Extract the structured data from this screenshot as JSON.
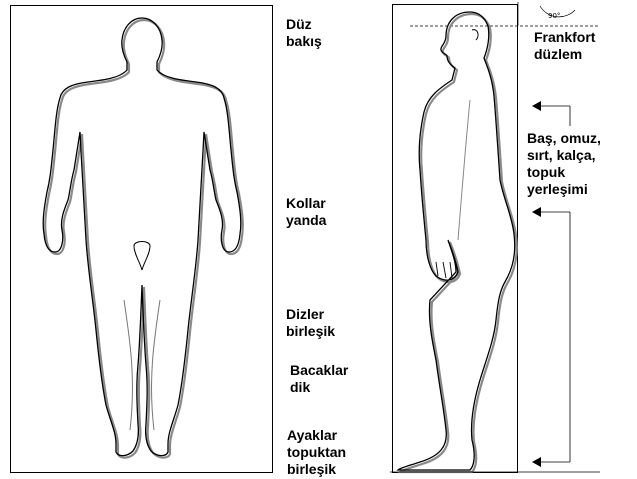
{
  "labels": {
    "gaze": [
      "Düz",
      "bakış"
    ],
    "arms": [
      "Kollar",
      "yanda"
    ],
    "knees": [
      "Dizler",
      "birleşik"
    ],
    "legs": [
      "Bacaklar",
      "dik"
    ],
    "feet": [
      "Ayaklar",
      "topuktan",
      "birleşik"
    ],
    "frankfort": [
      "Frankfort",
      "düzlem"
    ],
    "alignment": [
      "Baş, omuz,",
      "sırt, kalça,",
      "topuk",
      "yerleşimi"
    ],
    "angle": "90°"
  },
  "colors": {
    "outline": "#000000",
    "shadow": "#8a8a8a",
    "frame": "#000000"
  }
}
